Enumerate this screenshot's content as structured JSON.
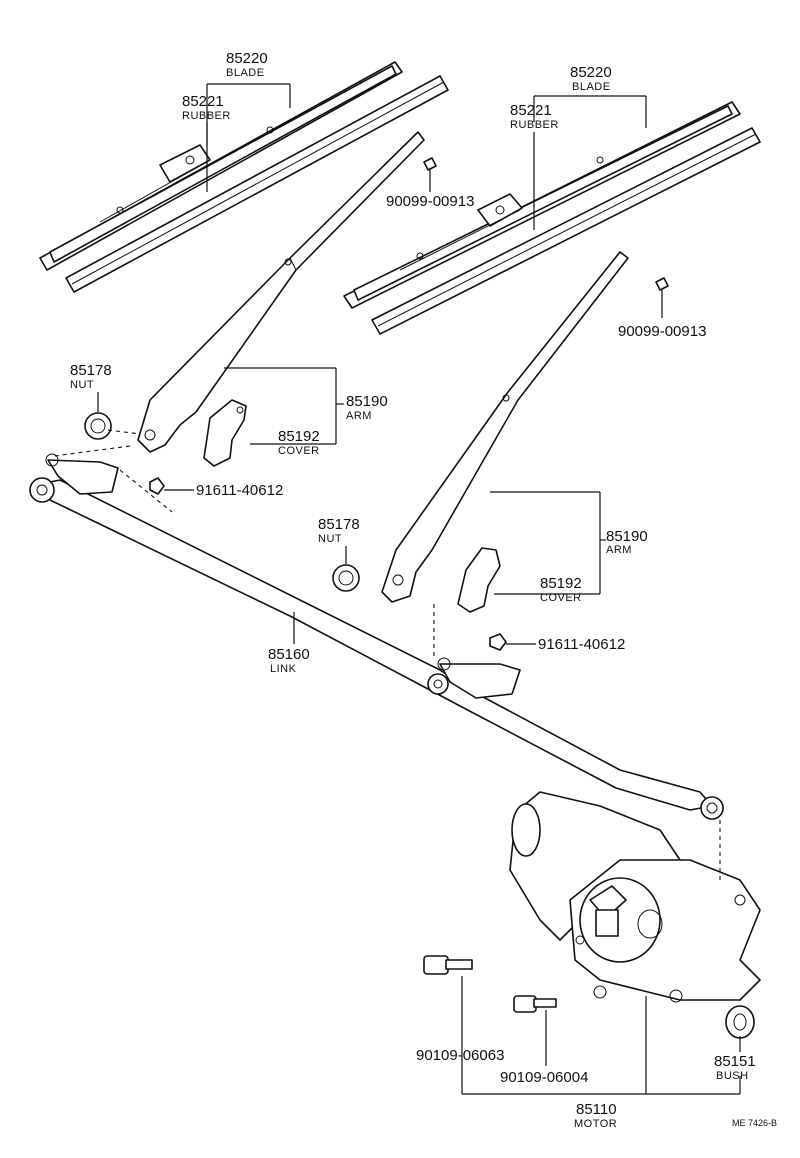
{
  "diagram_ref": "ME 7426-B",
  "parts": {
    "blade_left": {
      "number": "85220",
      "name": "BLADE"
    },
    "rubber_left": {
      "number": "85221",
      "name": "RUBBER"
    },
    "blade_right": {
      "number": "85220",
      "name": "BLADE"
    },
    "rubber_right": {
      "number": "85221",
      "name": "RUBBER"
    },
    "screw_left": {
      "number": "90099-00913"
    },
    "screw_right": {
      "number": "90099-00913"
    },
    "nut_left": {
      "number": "85178",
      "name": "NUT"
    },
    "nut_right": {
      "number": "85178",
      "name": "NUT"
    },
    "arm_left": {
      "number": "85190",
      "name": "ARM"
    },
    "arm_right": {
      "number": "85190",
      "name": "ARM"
    },
    "cover_left": {
      "number": "85192",
      "name": "COVER"
    },
    "cover_right": {
      "number": "85192",
      "name": "COVER"
    },
    "bolt_left": {
      "number": "91611-40612"
    },
    "bolt_right": {
      "number": "91611-40612"
    },
    "link": {
      "number": "85160",
      "name": "LINK"
    },
    "bolt_motor_a": {
      "number": "90109-06063"
    },
    "bolt_motor_b": {
      "number": "90109-06004"
    },
    "bush": {
      "number": "85151",
      "name": "BUSH"
    },
    "motor": {
      "number": "85110",
      "name": "MOTOR"
    }
  }
}
